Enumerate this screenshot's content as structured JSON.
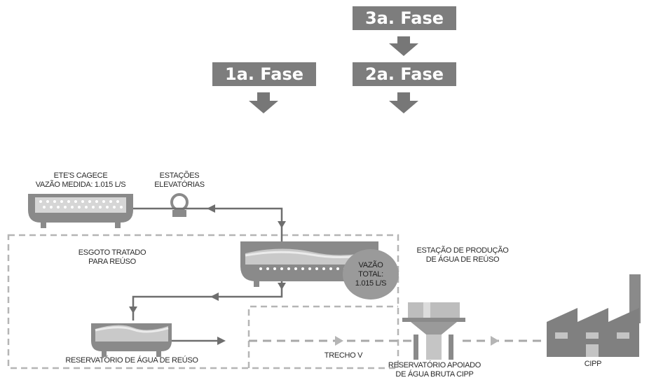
{
  "phases": {
    "phase3": "3a. Fase",
    "phase1": "1a. Fase",
    "phase2": "2a. Fase"
  },
  "labels": {
    "ete_line1": "ETE'S CAGECE",
    "ete_line2": "VAZÃO MEDIDA: 1.015 L/S",
    "stations_line1": "ESTAÇÕES",
    "stations_line2": "ELEVATÓRIAS",
    "esgoto_line1": "ESGOTO TRATADO",
    "esgoto_line2": "PARA REÚSO",
    "production_line1": "ESTAÇÃO DE PRODUÇÃO",
    "production_line2": "DE ÁGUA DE REÚSO",
    "vazao_line1": "VAZÃO",
    "vazao_line2": "TOTAL:",
    "vazao_line3": "1.015 L/S",
    "reuse_reservoir": "RESERVATÓRIO DE ÁGUA DE REÚSO",
    "trecho": "TRECHO V",
    "support_line1": "RESERVATÓRIO APOIADO",
    "support_line2": "DE ÁGUA BRUTA CIPP",
    "cipp": "CIPP"
  },
  "colors": {
    "phase_bg": "#7d7d7d",
    "line": "#6e6e6e",
    "dash": "#b0b0b0",
    "tank": "#8a8a8a",
    "water": "#c9c9c9"
  }
}
